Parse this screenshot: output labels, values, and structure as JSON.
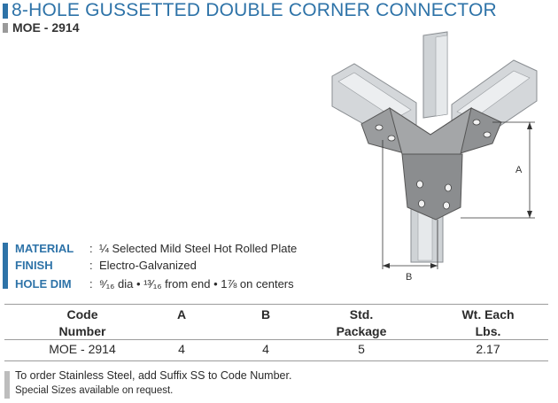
{
  "header": {
    "title": "8-HOLE GUSSETTED DOUBLE CORNER CONNECTOR",
    "subtitle": "MOE - 2914"
  },
  "figure": {
    "dim_a": "A",
    "dim_b": "B"
  },
  "specs": [
    {
      "label": "MATERIAL",
      "value": "¼ Selected Mild Steel Hot Rolled Plate"
    },
    {
      "label": "FINISH",
      "value": "Electro-Galvanized"
    },
    {
      "label": "HOLE DIM",
      "value": "⁹⁄₁₆ dia • ¹³⁄₁₆ from end • 1⅞ on centers"
    }
  ],
  "table": {
    "headers": [
      "Code\nNumber",
      "A",
      "B",
      "Std.\nPackage",
      "Wt. Each\nLbs."
    ],
    "rows": [
      [
        "MOE - 2914",
        "4",
        "4",
        "5",
        "2.17"
      ]
    ]
  },
  "notes": [
    "To order Stainless Steel, add Suffix SS to Code Number.",
    "Special Sizes available on request."
  ],
  "colors": {
    "accent": "#2e73a8",
    "muted_bar": "#9a9a9a"
  }
}
